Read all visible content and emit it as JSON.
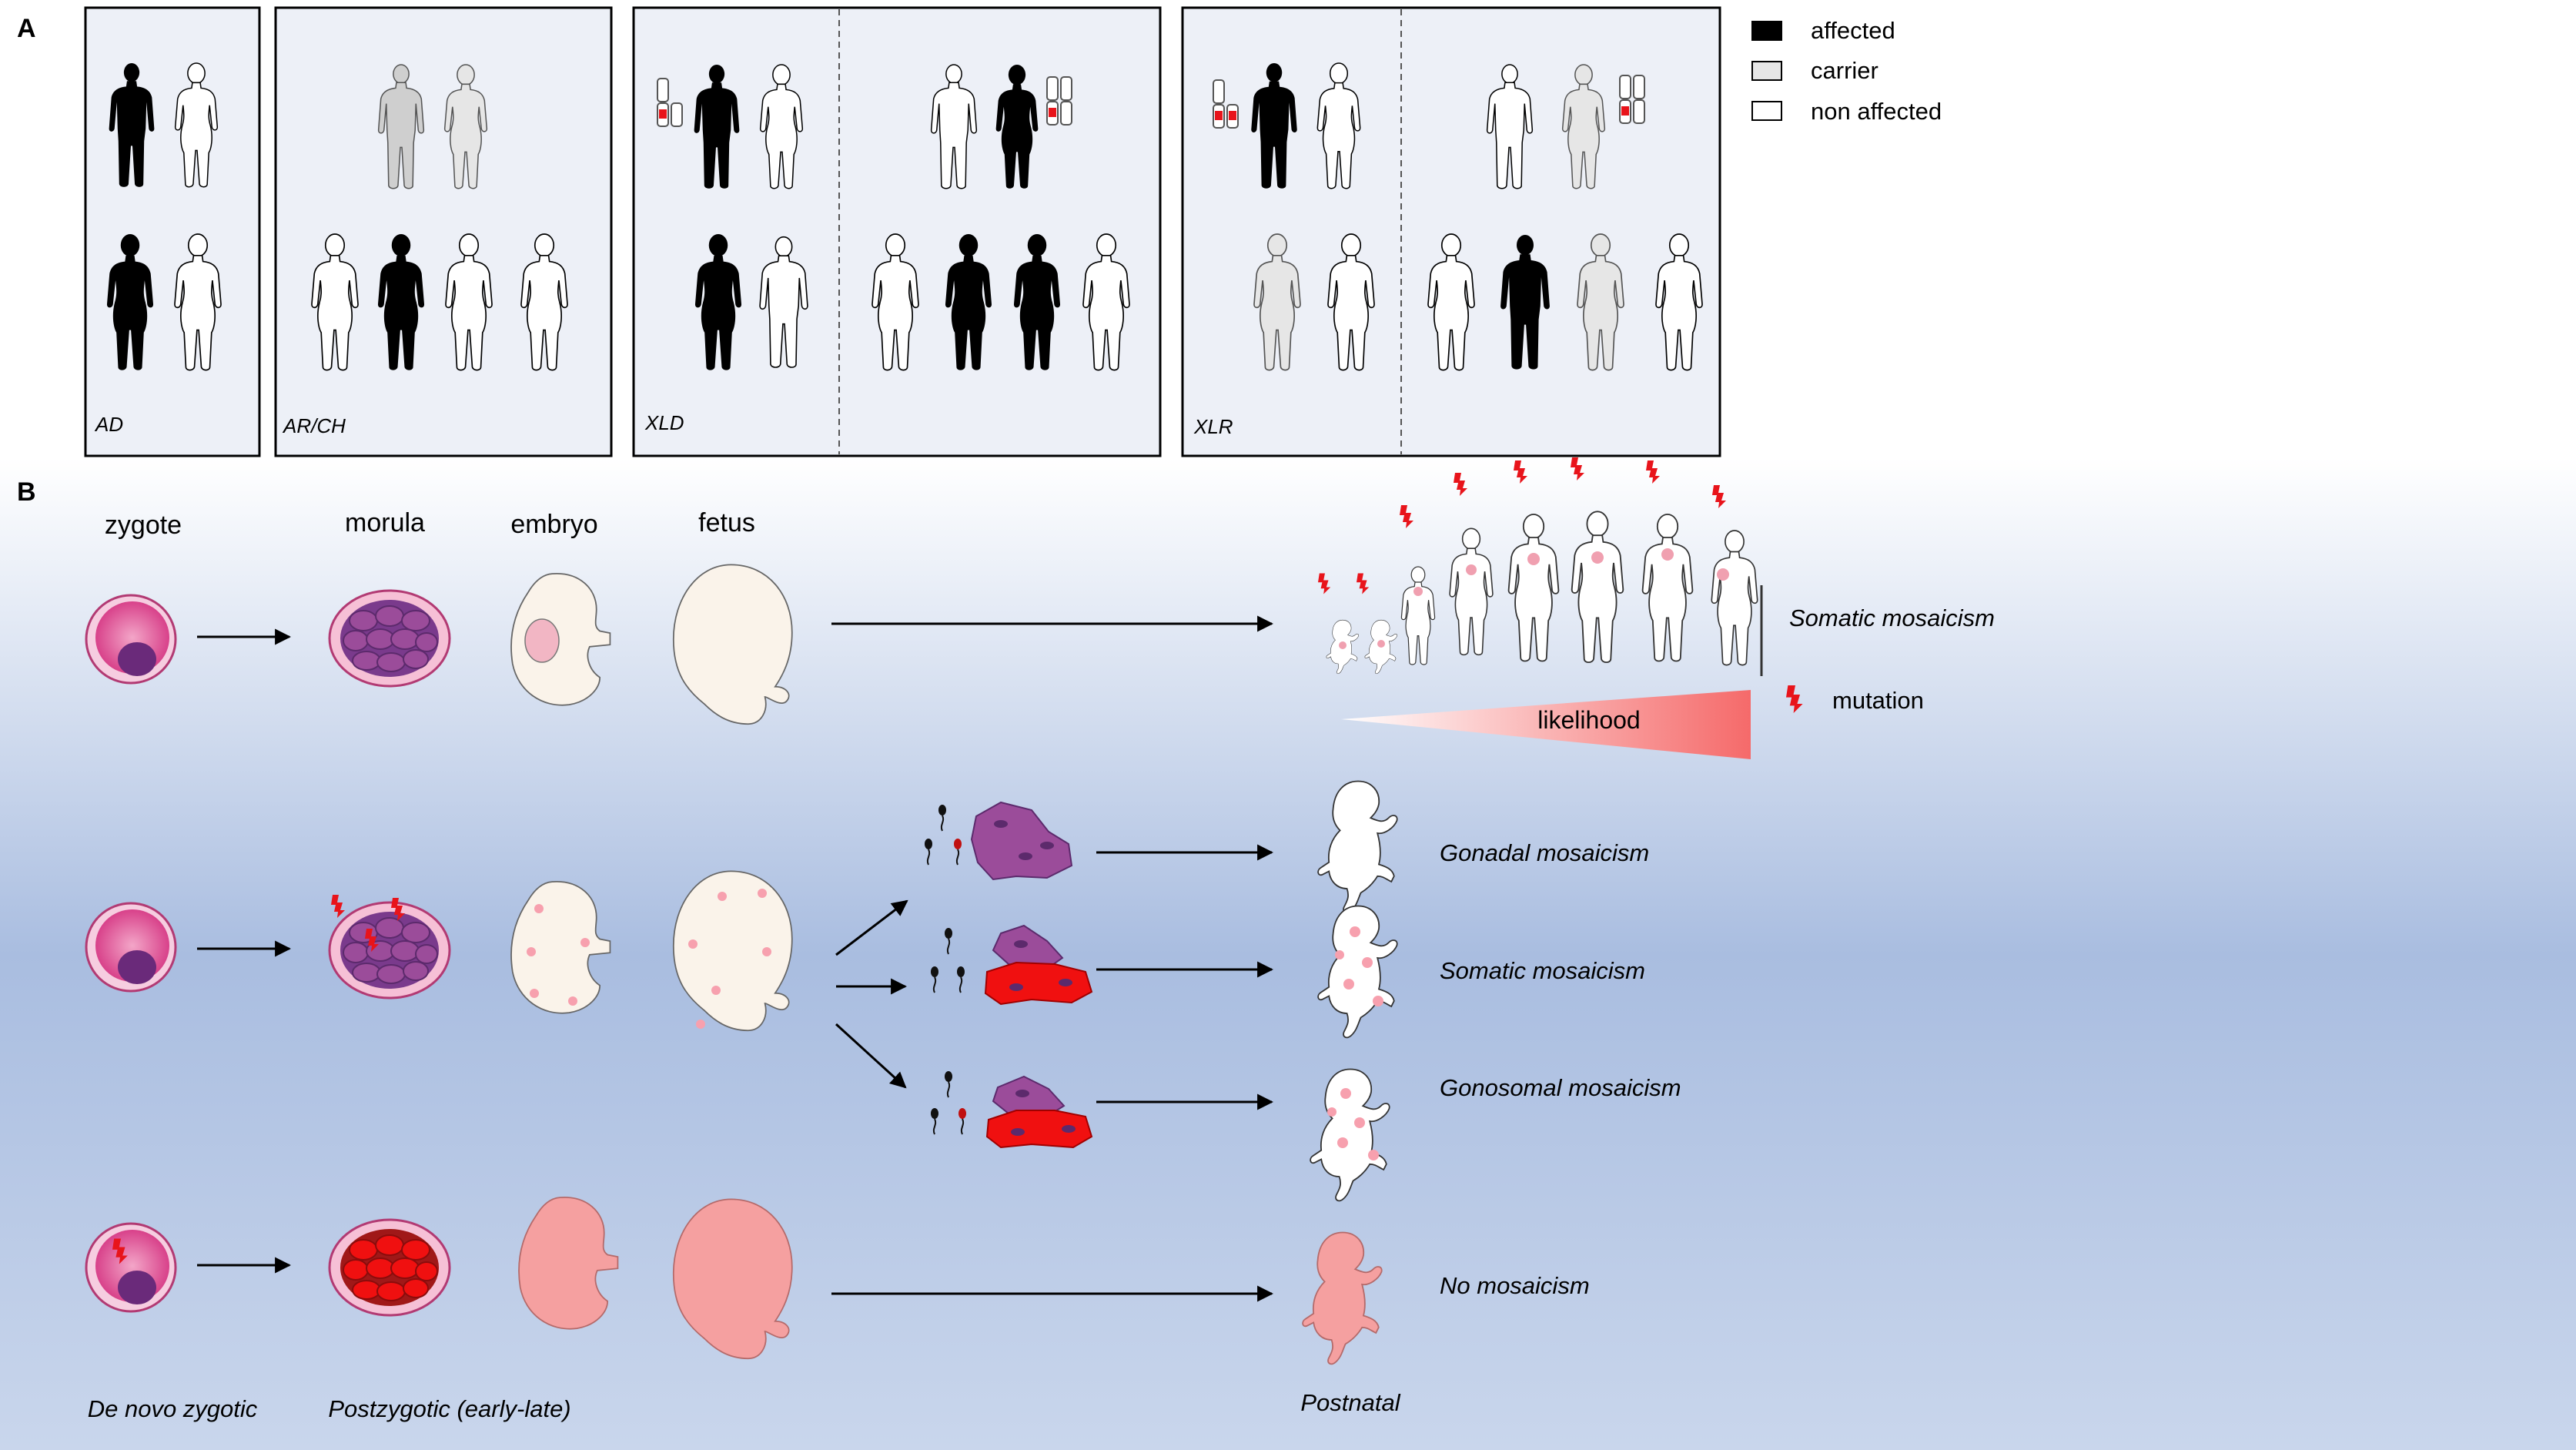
{
  "panel_a": {
    "letter": "A",
    "boxes": [
      {
        "label": "AD"
      },
      {
        "label": "AR/CH"
      },
      {
        "label": "XLD"
      },
      {
        "label": "XLR"
      }
    ],
    "legend": [
      {
        "label": "affected",
        "color": "#000000"
      },
      {
        "label": "carrier",
        "color": "#e6e6e6"
      },
      {
        "label": "non affected",
        "color": "#ffffff"
      }
    ]
  },
  "panel_b": {
    "letter": "B",
    "stages": [
      "zygote",
      "morula",
      "embryo",
      "fetus"
    ],
    "likelihood_label": "likelihood",
    "mutation_label": "mutation",
    "row1_result": "Somatic mosaicism",
    "branch_results": [
      "Gonadal mosaicism",
      "Somatic mosaicism",
      "Gonosomal mosaicism"
    ],
    "row3_result": "No mosaicism",
    "bottom_labels": [
      "De novo zygotic",
      "Postzygotic (early-late)",
      "Postnatal"
    ],
    "colors": {
      "background_top": "#ffffff",
      "background_mid": "#a9bde0",
      "mutation": "#e8141b",
      "cell_purple": "#9b4c9a",
      "zygote_pink": "#e8609a",
      "affected_fetus": "#f5a0a0",
      "affected_cell_red": "#f01010"
    }
  }
}
